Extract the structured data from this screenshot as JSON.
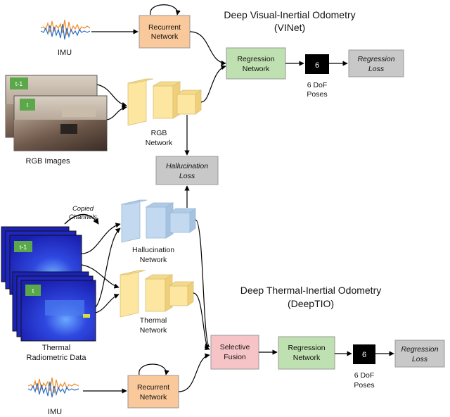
{
  "titles": {
    "vinet_line1": "Deep Visual-Inertial Odometry",
    "vinet_line2": "(VINet)",
    "deeptio_line1": "Deep Thermal-Inertial Odometry",
    "deeptio_line2": "(DeepTIO)"
  },
  "top": {
    "imu_label": "IMU",
    "recurrent_line1": "Recurrent",
    "recurrent_line2": "Network",
    "regression_line1": "Regression",
    "regression_line2": "Network",
    "output_value": "6",
    "poses_line1": "6 DoF",
    "poses_line2": "Poses",
    "loss_line1": "Regression",
    "loss_line2": "Loss",
    "rgb_frame_prev": "t-1",
    "rgb_frame_cur": "t",
    "rgb_images_label": "RGB Images",
    "rgb_net_line1": "RGB",
    "rgb_net_line2": "Network"
  },
  "middle": {
    "halluc_loss_line1": "Hallucination",
    "halluc_loss_line2": "Loss",
    "copied_line1": "Copied",
    "copied_line2": "Channels",
    "halluc_net_line1": "Hallucination",
    "halluc_net_line2": "Network",
    "thermal_net_line1": "Thermal",
    "thermal_net_line2": "Network",
    "thermal_frame_prev": "t-1",
    "thermal_frame_cur": "t",
    "thermal_data_line1": "Thermal",
    "thermal_data_line2": "Radiometric Data"
  },
  "bottom": {
    "fusion_line1": "Selective",
    "fusion_line2": "Fusion",
    "regression_line1": "Regression",
    "regression_line2": "Network",
    "output_value": "6",
    "poses_line1": "6 DoF",
    "poses_line2": "Poses",
    "loss_line1": "Regression",
    "loss_line2": "Loss",
    "recurrent_line1": "Recurrent",
    "recurrent_line2": "Network",
    "imu_label": "IMU"
  },
  "colors": {
    "recurrent": "#f9c89b",
    "regression": "#bfe0b0",
    "loss": "#c8c8c8",
    "fusion": "#f6c4c6",
    "rgb_net": "#fde6a0",
    "halluc_net": "#c3d9ef",
    "badge": "#5aa84a",
    "output": "#000000"
  }
}
